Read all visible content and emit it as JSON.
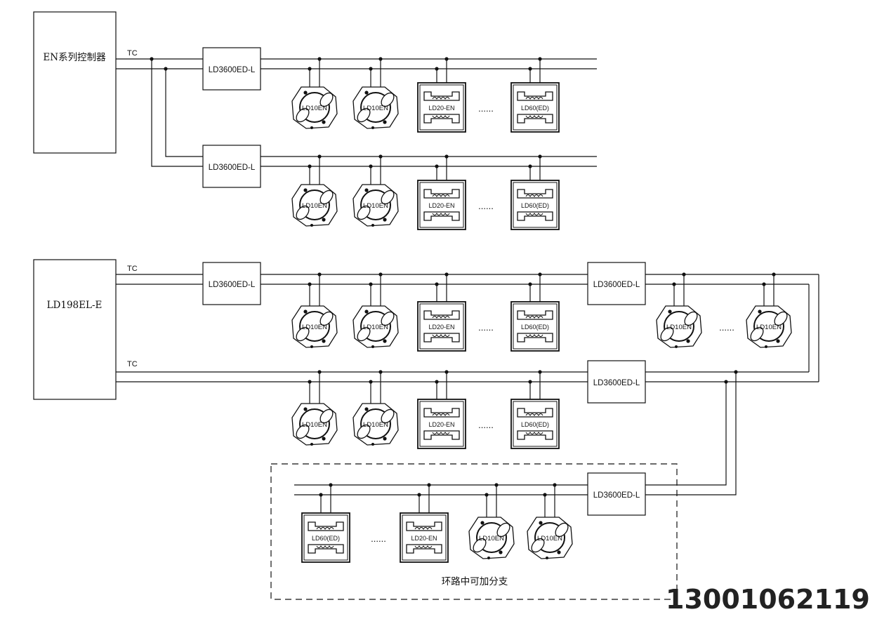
{
  "controllers": [
    "EN系列控制器",
    "LD198EL-E"
  ],
  "bus_label": "TC",
  "isolator_label": "LD3600ED-L",
  "detector_labels": {
    "smoke": "LD10EN",
    "heat": "LD20-EN",
    "combined": "LD60(ED)"
  },
  "ellipsis": "......",
  "branch_note": "环路中可加分支",
  "phone": "13001062119"
}
